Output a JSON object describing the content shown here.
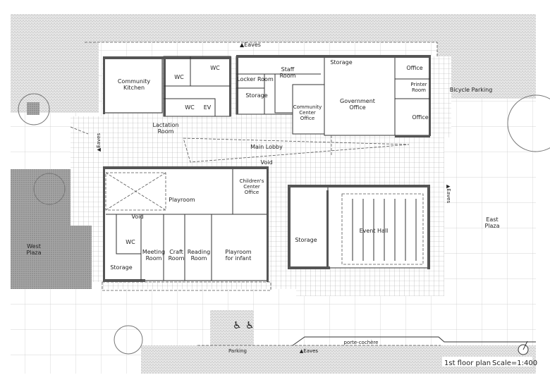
{
  "title": "1st floor plan",
  "scale": "Scale=1:400",
  "eaves_label": "▲Eaves",
  "eaves_side_label": "▲Eaves",
  "rooms": {
    "community_kitchen": [
      "Community",
      "Kitchen"
    ],
    "wc": "WC",
    "ev": "EV",
    "locker_room": "Locker Room",
    "staff_room": [
      "Staff",
      "Room"
    ],
    "storage": "Storage",
    "community_center_office": [
      "Community",
      "Center",
      "Office"
    ],
    "government_office": [
      "Government",
      "Office"
    ],
    "office": "Office",
    "printer_room": [
      "Printer",
      "Room"
    ],
    "bicycle_parking": "Bicycle Parking",
    "lactation_room": [
      "Lactation",
      "Room"
    ],
    "main_lobby": "Main Lobby",
    "void": "Void",
    "playroom": "Playroom",
    "childrens_center_office": [
      "Children's",
      "Center",
      "Office"
    ],
    "meeting_room": [
      "Meeting",
      "Room"
    ],
    "craft_room": [
      "Craft",
      "Room"
    ],
    "reading_room": [
      "Reading",
      "Room"
    ],
    "playroom_for_infant": [
      "Playroom",
      "for infant"
    ],
    "event_hall": "Event Hall",
    "east_plaza": [
      "East",
      "Plaza"
    ],
    "west_plaza": [
      "West",
      "Plaza"
    ],
    "parking": "Parking",
    "porte_cochere": "porte-cochère"
  },
  "colors": {
    "wall": "#555555",
    "stipple": "#d8d8d8",
    "grid": "#9a9a9a"
  }
}
